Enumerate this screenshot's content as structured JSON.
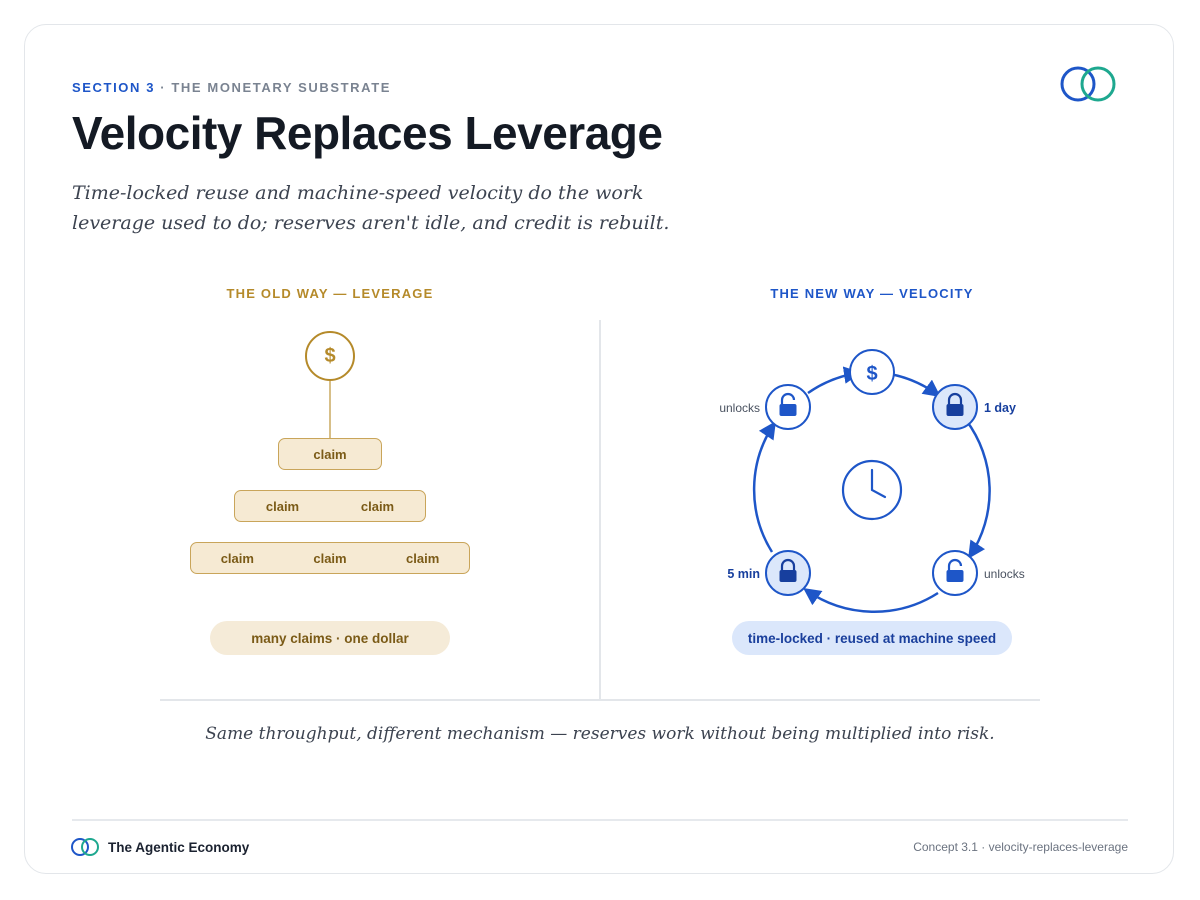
{
  "header": {
    "section": "SECTION 3",
    "separator": " · ",
    "topic": "THE MONETARY SUBSTRATE",
    "title": "Velocity Replaces Leverage",
    "subtitle": "Time-locked reuse and machine-speed velocity do the work leverage used to do; reserves aren't idle, and credit is rebuilt."
  },
  "old_way": {
    "label": "THE OLD WAY — LEVERAGE",
    "coin_symbol": "$",
    "tiers": [
      [
        "claim"
      ],
      [
        "claim",
        "claim"
      ],
      [
        "claim",
        "claim",
        "claim"
      ]
    ],
    "pill": "many claims · one dollar"
  },
  "new_way": {
    "label": "THE NEW WAY — VELOCITY",
    "coin_symbol": "$",
    "nodes": {
      "top_right_label": "1 day",
      "bottom_right_label": "unlocks",
      "bottom_left_label": "5 min",
      "top_left_label": "unlocks"
    },
    "center_icon": "clock-icon",
    "pill": "time-locked · reused at machine speed"
  },
  "caption": "Same throughput, different mechanism — reserves work without being multiplied into risk.",
  "footer": {
    "brand": "The Agentic Economy",
    "meta": "Concept 3.1 · velocity-replaces-leverage"
  },
  "colors": {
    "gold": "#b58a2a",
    "blue": "#1e56c8",
    "teal": "#1ea88f"
  }
}
